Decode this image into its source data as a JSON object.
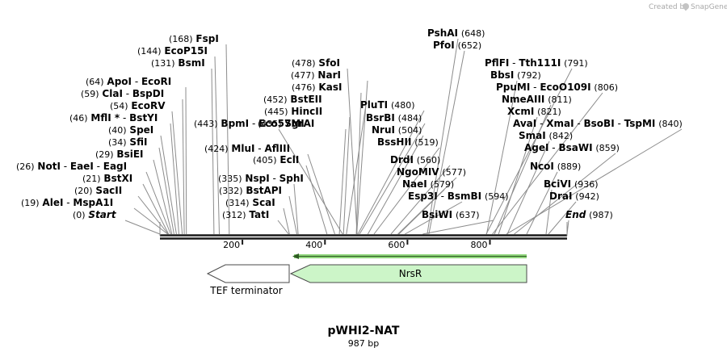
{
  "credit": {
    "prefix": "Created by",
    "brand": "SnapGene"
  },
  "map": {
    "name": "pWHI2-NAT",
    "length_label": "987 bp",
    "length": 987,
    "ruler_ticks": [
      "200",
      "400",
      "600",
      "800"
    ],
    "ruler_tick_values": [
      200,
      400,
      600,
      800
    ]
  },
  "sites": [
    {
      "pos": "(168)",
      "bp": 168,
      "names": [
        "FspI"
      ]
    },
    {
      "pos": "(144)",
      "bp": 144,
      "names": [
        "EcoP15I"
      ]
    },
    {
      "pos": "(131)",
      "bp": 131,
      "names": [
        "BsmI"
      ]
    },
    {
      "pos": "(64)",
      "bp": 64,
      "names": [
        "ApoI",
        "EcoRI"
      ]
    },
    {
      "pos": "(59)",
      "bp": 59,
      "names": [
        "ClaI",
        "BspDI"
      ]
    },
    {
      "pos": "(54)",
      "bp": 54,
      "names": [
        "EcoRV"
      ]
    },
    {
      "pos": "(46)",
      "bp": 46,
      "names": [
        "MflI *",
        "BstYI"
      ]
    },
    {
      "pos": "(40)",
      "bp": 40,
      "names": [
        "SpeI"
      ]
    },
    {
      "pos": "(34)",
      "bp": 34,
      "names": [
        "SfiI"
      ]
    },
    {
      "pos": "(29)",
      "bp": 29,
      "names": [
        "BsiEI"
      ]
    },
    {
      "pos": "(26)",
      "bp": 26,
      "names": [
        "NotI",
        "EaeI",
        "EagI"
      ]
    },
    {
      "pos": "(21)",
      "bp": 21,
      "names": [
        "BstXI"
      ]
    },
    {
      "pos": "(20)",
      "bp": 20,
      "names": [
        "SacII"
      ]
    },
    {
      "pos": "(19)",
      "bp": 19,
      "names": [
        "AleI",
        "MspA1I"
      ]
    },
    {
      "pos": "(0)",
      "bp": 0,
      "names": [
        "Start"
      ],
      "italic": true
    },
    {
      "pos": "(443)",
      "bp": 443,
      "names": [
        "BpmI",
        "Eco57MI"
      ]
    },
    {
      "pos": "(424)",
      "bp": 424,
      "names": [
        "MluI",
        "AflIII"
      ]
    },
    {
      "pos": "(335)",
      "bp": 335,
      "names": [
        "NspI",
        "SphI"
      ]
    },
    {
      "pos": "(332)",
      "bp": 332,
      "names": [
        "BstAPI"
      ]
    },
    {
      "pos": "(314)",
      "bp": 314,
      "names": [
        "ScaI"
      ]
    },
    {
      "pos": "(312)",
      "bp": 312,
      "names": [
        "TatI"
      ]
    },
    {
      "pos": "(478)",
      "bp": 478,
      "names": [
        "SfoI"
      ]
    },
    {
      "pos": "(477)",
      "bp": 477,
      "names": [
        "NarI"
      ]
    },
    {
      "pos": "(476)",
      "bp": 476,
      "names": [
        "KasI"
      ]
    },
    {
      "pos": "(452)",
      "bp": 452,
      "names": [
        "BstEII"
      ]
    },
    {
      "pos": "(445)",
      "bp": 445,
      "names": [
        "HincII"
      ]
    },
    {
      "pos": "(435)",
      "bp": 435,
      "names": [
        "SgrAI"
      ]
    },
    {
      "pos": "(405)",
      "bp": 405,
      "names": [
        "EclI"
      ]
    },
    {
      "pos": "(648)",
      "bp": 648,
      "names": [
        "PshAI"
      ]
    },
    {
      "pos": "(652)",
      "bp": 652,
      "names": [
        "PfoI"
      ]
    },
    {
      "pos": "(480)",
      "bp": 480,
      "names": [
        "PluTI"
      ]
    },
    {
      "pos": "(484)",
      "bp": 484,
      "names": [
        "BsrBI"
      ]
    },
    {
      "pos": "(504)",
      "bp": 504,
      "names": [
        "NruI"
      ]
    },
    {
      "pos": "(519)",
      "bp": 519,
      "names": [
        "BssHII"
      ]
    },
    {
      "pos": "(560)",
      "bp": 560,
      "names": [
        "DrdI"
      ]
    },
    {
      "pos": "(577)",
      "bp": 577,
      "names": [
        "NgoMIV"
      ]
    },
    {
      "pos": "(579)",
      "bp": 579,
      "names": [
        "NaeI"
      ]
    },
    {
      "pos": "(594)",
      "bp": 594,
      "names": [
        "Esp3I",
        "BsmBI"
      ]
    },
    {
      "pos": "(637)",
      "bp": 637,
      "names": [
        "BsiWI"
      ]
    },
    {
      "pos": "(791)",
      "bp": 791,
      "names": [
        "PflFI",
        "Tth111I"
      ]
    },
    {
      "pos": "(792)",
      "bp": 792,
      "names": [
        "BbsI"
      ]
    },
    {
      "pos": "(806)",
      "bp": 806,
      "names": [
        "PpuMI",
        "EcoO109I"
      ]
    },
    {
      "pos": "(811)",
      "bp": 811,
      "names": [
        "NmeAIII"
      ]
    },
    {
      "pos": "(821)",
      "bp": 821,
      "names": [
        "XcmI"
      ]
    },
    {
      "pos": "(840)",
      "bp": 840,
      "names": [
        "AvaI",
        "XmaI",
        "BsoBI",
        "TspMI"
      ]
    },
    {
      "pos": "(842)",
      "bp": 842,
      "names": [
        "SmaI"
      ]
    },
    {
      "pos": "(859)",
      "bp": 859,
      "names": [
        "AgeI",
        "BsaWI"
      ]
    },
    {
      "pos": "(889)",
      "bp": 889,
      "names": [
        "NcoI"
      ]
    },
    {
      "pos": "(936)",
      "bp": 936,
      "names": [
        "BciVI"
      ]
    },
    {
      "pos": "(942)",
      "bp": 942,
      "names": [
        "DraI"
      ]
    },
    {
      "pos": "(987)",
      "bp": 987,
      "names": [
        "End"
      ],
      "italic": true
    }
  ],
  "features": [
    {
      "name": "TEF terminator",
      "direction": "left",
      "start": 115,
      "end": 312,
      "color": "#ffffff"
    },
    {
      "name": "NrsR",
      "direction": "left",
      "start": 315,
      "end": 904,
      "color": "#ccf5c8"
    }
  ],
  "colors": {
    "backbone": "#1a1a1a",
    "feature_stroke": "#4a4a4a",
    "nrsr_fill": "#ccf5c8",
    "primer_green": "#8ed47a",
    "leader": "#8c8c8c"
  }
}
